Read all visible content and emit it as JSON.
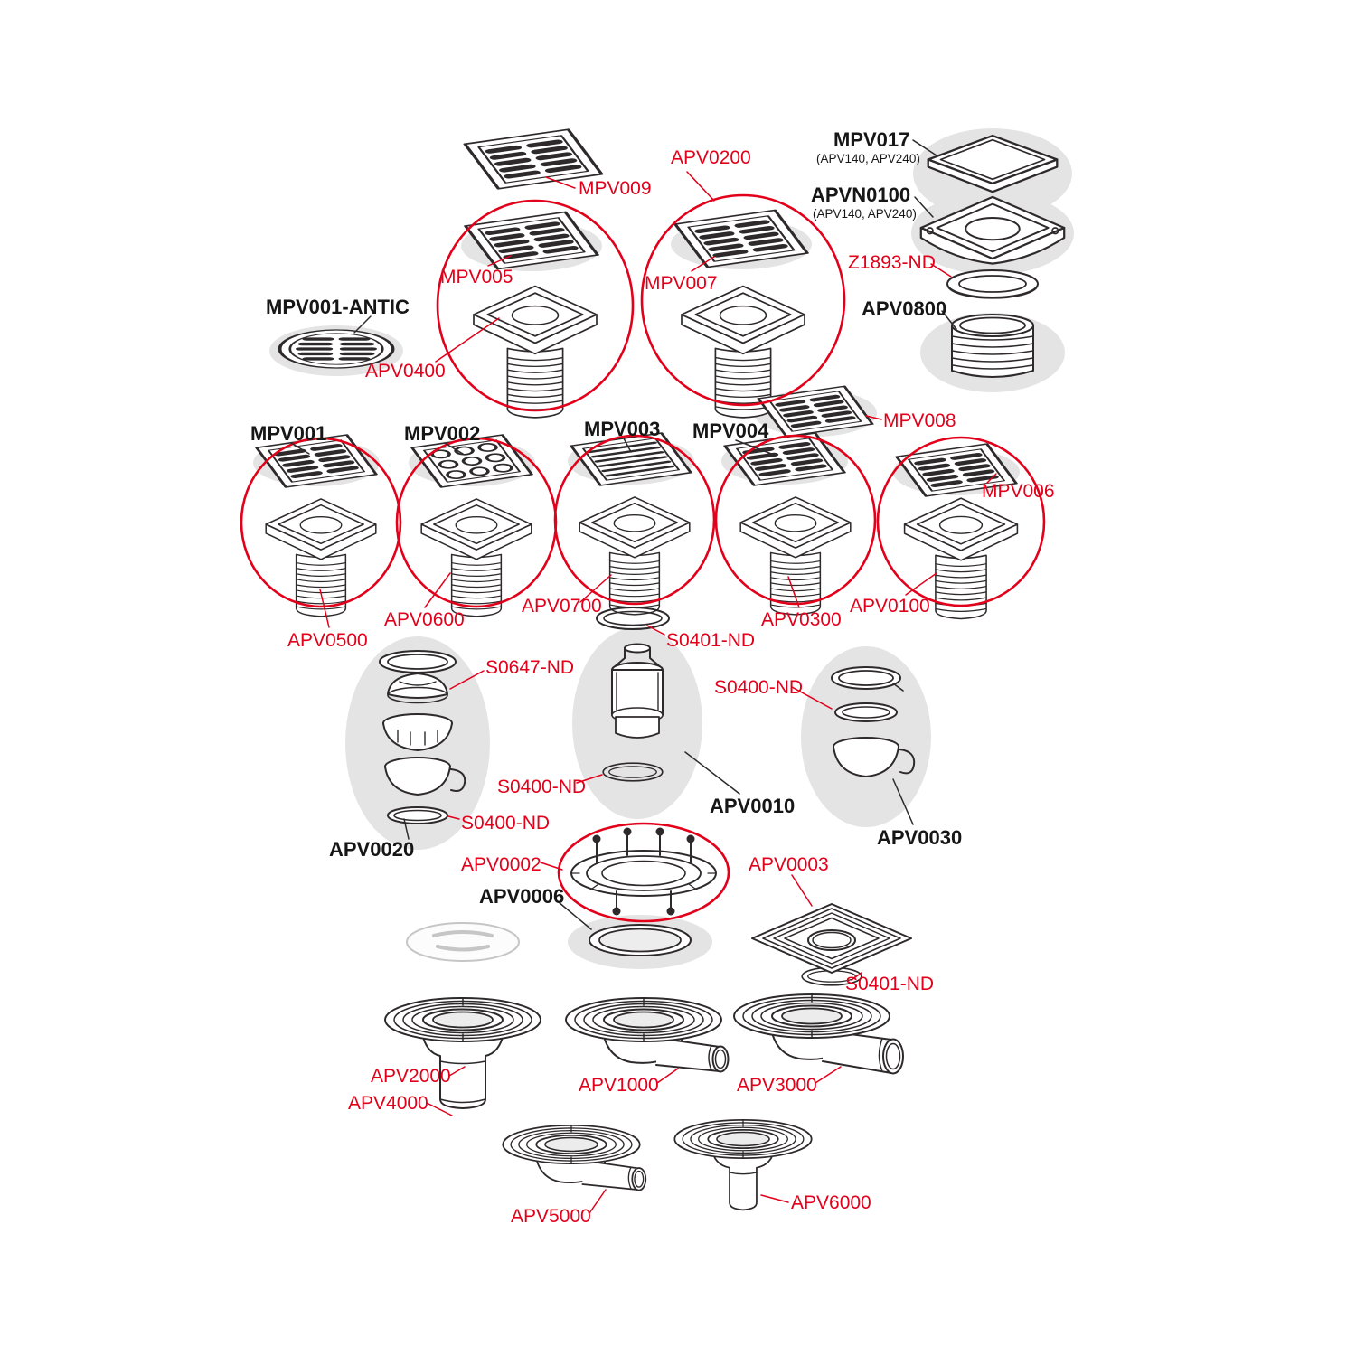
{
  "colors": {
    "red": "#e2001a",
    "line": "#2e2a2b",
    "highlight": "#e4e4e4"
  },
  "labels": {
    "mpv009": "MPV009",
    "apv0200": "APV0200",
    "mpv017": "MPV017",
    "mpv017_sub": "(APV140, APV240)",
    "apvn0100": "APVN0100",
    "apvn0100_sub": "(APV140, APV240)",
    "z1893_nd": "Z1893-ND",
    "mpv001_antic": "MPV001-ANTIC",
    "apv0800": "APV0800",
    "mpv005": "MPV005",
    "mpv007": "MPV007",
    "apv0400": "APV0400",
    "mpv001": "MPV001",
    "mpv002": "MPV002",
    "mpv003": "MPV003",
    "mpv004": "MPV004",
    "mpv008": "MPV008",
    "mpv006": "MPV006",
    "apv0500": "APV0500",
    "apv0600": "APV0600",
    "apv0700": "APV0700",
    "s0401_nd_top": "S0401-ND",
    "apv0300": "APV0300",
    "apv0100": "APV0100",
    "s0647_nd": "S0647-ND",
    "s0400_nd_right": "S0400-ND",
    "s0400_nd_mid": "S0400-ND",
    "s0400_nd_left": "S0400-ND",
    "apv0010": "APV0010",
    "apv0020": "APV0020",
    "apv0030": "APV0030",
    "apv0002": "APV0002",
    "apv0003": "APV0003",
    "apv0006": "APV0006",
    "s0401_nd_bottom": "S0401-ND",
    "apv2000": "APV2000",
    "apv4000": "APV4000",
    "apv1000": "APV1000",
    "apv3000": "APV3000",
    "apv5000": "APV5000",
    "apv6000": "APV6000"
  }
}
